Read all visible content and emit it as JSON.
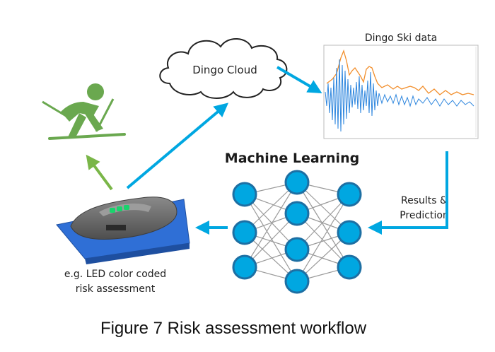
{
  "cloud": {
    "label": "Dingo Cloud"
  },
  "plot": {
    "title": "Dingo Ski data"
  },
  "ml": {
    "title": "Machine Learning"
  },
  "results": {
    "line1": "Results &",
    "line2": "Prediction"
  },
  "device": {
    "line1": "e.g. LED color coded",
    "line2": "risk assessment"
  },
  "caption": "Figure 7 Risk assessment workflow",
  "icons": [
    "skier-icon",
    "cloud-icon",
    "neural-network-icon",
    "ski-device-icon"
  ],
  "colors": {
    "arrow": "#00a7e1",
    "green_arrow": "#7ab648",
    "skier": "#6aa84f",
    "node_fill": "#00a7e1",
    "node_stroke": "#1d6fa3",
    "series_orange": "#f28e2b",
    "series_blue": "#2e86de",
    "device_base": "#2f6fd6",
    "device_body": "#6b6b6b",
    "led": "#19d36c"
  }
}
